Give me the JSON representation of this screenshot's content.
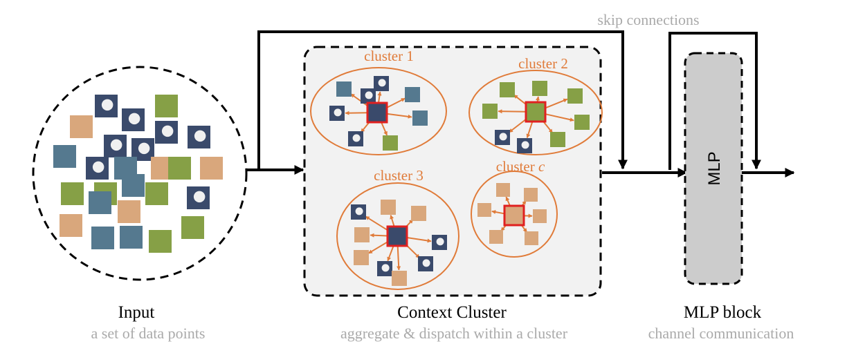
{
  "colors": {
    "accent_orange": "#e07b39",
    "center_red": "#e02020",
    "panel_fill": "#f2f2f2",
    "mlp_fill": "#cccccc",
    "label_grey": "#aaaaaa",
    "patch_dirt": "#d9a77c",
    "patch_grass": "#86a046",
    "patch_sky": "#55798f",
    "patch_player": "#3a4a6b"
  },
  "labels": {
    "skip": "skip connections",
    "input_title": "Input",
    "input_sub": "a set of data points",
    "cc_title": "Context Cluster",
    "cc_sub": "aggregate & dispatch within a cluster",
    "mlp_title": "MLP block",
    "mlp_sub": "channel communication",
    "mlp_box": "MLP"
  },
  "clusters": [
    {
      "label": "cluster 1"
    },
    {
      "label": "cluster 2"
    },
    {
      "label": "cluster 3"
    },
    {
      "label_prefix": "cluster ",
      "label_var": "c"
    }
  ]
}
